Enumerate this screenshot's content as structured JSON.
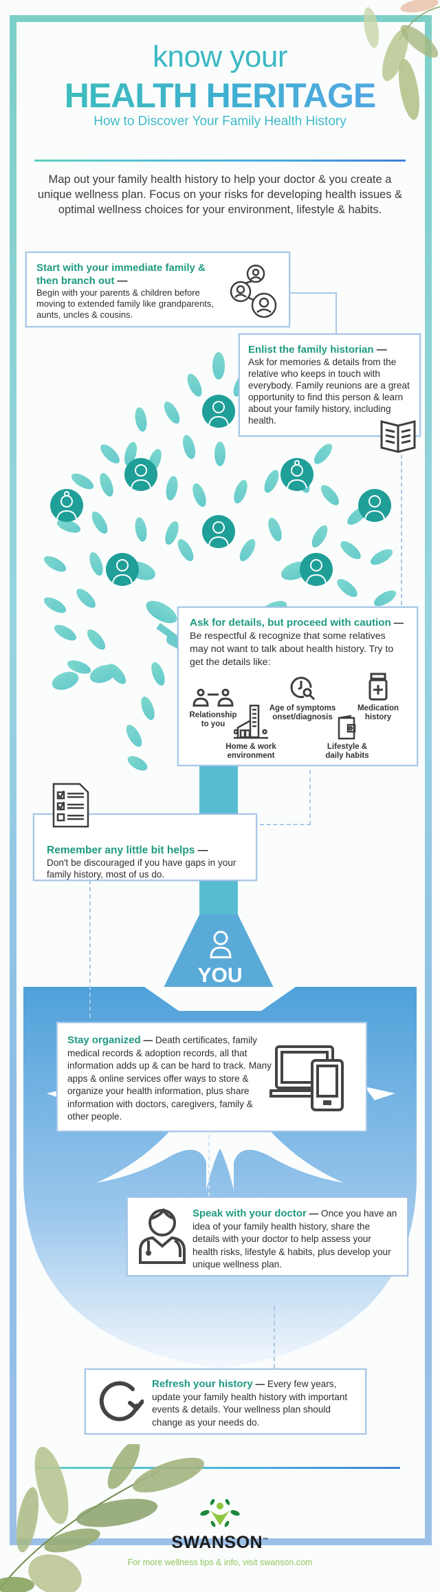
{
  "header": {
    "title_line1": "know your",
    "title_line2": "HEALTH HERITAGE",
    "subtitle": "How to Discover Your Family Health History"
  },
  "intro": {
    "text": "Map out your family health history to help your doctor & you create a unique wellness plan. Focus on your risks for developing health issues & optimal wellness choices for your environment, lifestyle & habits."
  },
  "tips": [
    {
      "heading": "Start with your immediate family & then branch out",
      "dash": " —",
      "body": "Begin with your parents & children before moving to extended family like grandparents, aunts, uncles & cousins.",
      "icon": "family-network-icon"
    },
    {
      "heading": "Enlist the family historian",
      "dash": " —",
      "body": "Ask for memories & details from the relative who keeps in touch with everybody. Family reunions are a great opportunity to find this person & learn about your family history, including health.",
      "icon": "open-book-icon"
    },
    {
      "heading": "Ask for details, but proceed with caution",
      "dash": " — ",
      "body": "Be respectful & recognize that some relatives may not want to talk about health history. Try to get the details like:",
      "details": [
        {
          "label_line1": "Relationship",
          "label_line2": "to you",
          "icon": "relationship-icon"
        },
        {
          "label_line1": "Age of symptoms",
          "label_line2": "onset/diagnosis",
          "icon": "clock-search-icon"
        },
        {
          "label_line1": "Medication",
          "label_line2": "history",
          "icon": "medicine-bottle-icon"
        },
        {
          "label_line1": "Home & work",
          "label_line2": "environment",
          "icon": "buildings-icon"
        },
        {
          "label_line1": "Lifestyle &",
          "label_line2": "daily habits",
          "icon": "wallet-icon"
        }
      ]
    },
    {
      "heading": "Remember any little bit helps",
      "dash": " —",
      "body": "Don't be discouraged if you have gaps in your family history, most of us do.",
      "icon": "checklist-icon"
    },
    {
      "heading": "Stay organized",
      "dash": " — ",
      "body": "Death certificates, family medical records & adoption records, all that information adds up & can be hard to track. Many apps & online services offer ways to store & organize your health information, plus share information with doctors, caregivers, family & other people.",
      "icon": "devices-icon"
    },
    {
      "heading": "Speak with your doctor",
      "dash": " — ",
      "body": "Once you have an idea of your family health history, share the details with your doctor to help assess your health risks, lifestyle & habits, plus develop your unique wellness plan.",
      "icon": "doctor-icon"
    },
    {
      "heading": "Refresh your history",
      "dash": " — ",
      "body": "Every few years, update your family health history with important events & details. Your wellness plan should change as your needs do.",
      "icon": "refresh-icon"
    }
  ],
  "tree": {
    "you_label": "YOU"
  },
  "footer": {
    "brand": "SWANSON",
    "trademark": "™",
    "link_text": "For more wellness tips & info, visit swanson.com"
  },
  "colors": {
    "teal_heading": "#1f9a80",
    "title_teal": "#3bb8c3",
    "leaf_teal": "#5ccbc6",
    "avatar_teal": "#1ea79c",
    "root_blue": "#5aa8dc",
    "footer_green": "#8fc45c"
  }
}
